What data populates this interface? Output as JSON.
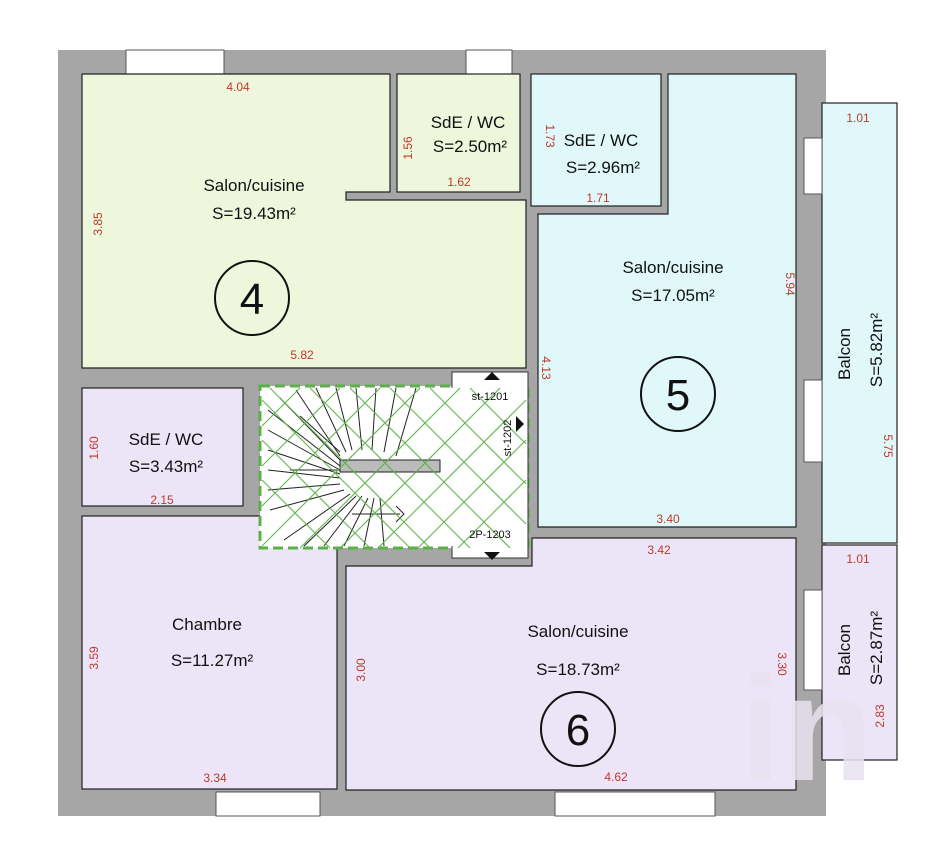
{
  "colors": {
    "wall": "#a6a6a6",
    "apt4": "#eef6dc",
    "apt5": "#e0f8fa",
    "apt6": "#ece4f7",
    "stair_outline": "#5bb048",
    "dim_text": "#c0392b",
    "watermark": "#e9e2f1"
  },
  "rooms": {
    "r4_salon": {
      "name": "Salon/cuisine",
      "area": "S=19.43m²"
    },
    "r4_sde": {
      "name": "SdE / WC",
      "area": "S=2.50m²"
    },
    "r5_sde": {
      "name": "SdE / WC",
      "area": "S=2.96m²"
    },
    "r5_salon": {
      "name": "Salon/cuisine",
      "area": "S=17.05m²"
    },
    "balcon_top": {
      "name": "Balcon",
      "area": "S=5.82m²"
    },
    "r_sde_left": {
      "name": "SdE / WC",
      "area": "S=3.43m²"
    },
    "chambre": {
      "name": "Chambre",
      "area": "S=11.27m²"
    },
    "r6_salon": {
      "name": "Salon/cuisine",
      "area": "S=18.73m²"
    },
    "balcon_bot": {
      "name": "Balcon",
      "area": "S=2.87m²"
    }
  },
  "apartments": {
    "a4": "4",
    "a5": "5",
    "a6": "6"
  },
  "stair_codes": {
    "st1201": "st-1201",
    "st1202": "st-1202",
    "p1203": "2P-1203"
  },
  "dimensions": {
    "d_404": "4.04",
    "d_385": "3.85",
    "d_582": "5.82",
    "d_156": "1.56",
    "d_162": "1.62",
    "d_173": "1.73",
    "d_171": "1.71",
    "d_594": "5.94",
    "d_413": "4.13",
    "d_340": "3.40",
    "d_101a": "1.01",
    "d_575": "5.75",
    "d_160": "1.60",
    "d_215": "2.15",
    "d_342": "3.42",
    "d_101b": "1.01",
    "d_359": "3.59",
    "d_334": "3.34",
    "d_300": "3.00",
    "d_330": "3.30",
    "d_462": "4.62",
    "d_283": "2.83"
  },
  "watermark": {
    "brand": "in"
  }
}
